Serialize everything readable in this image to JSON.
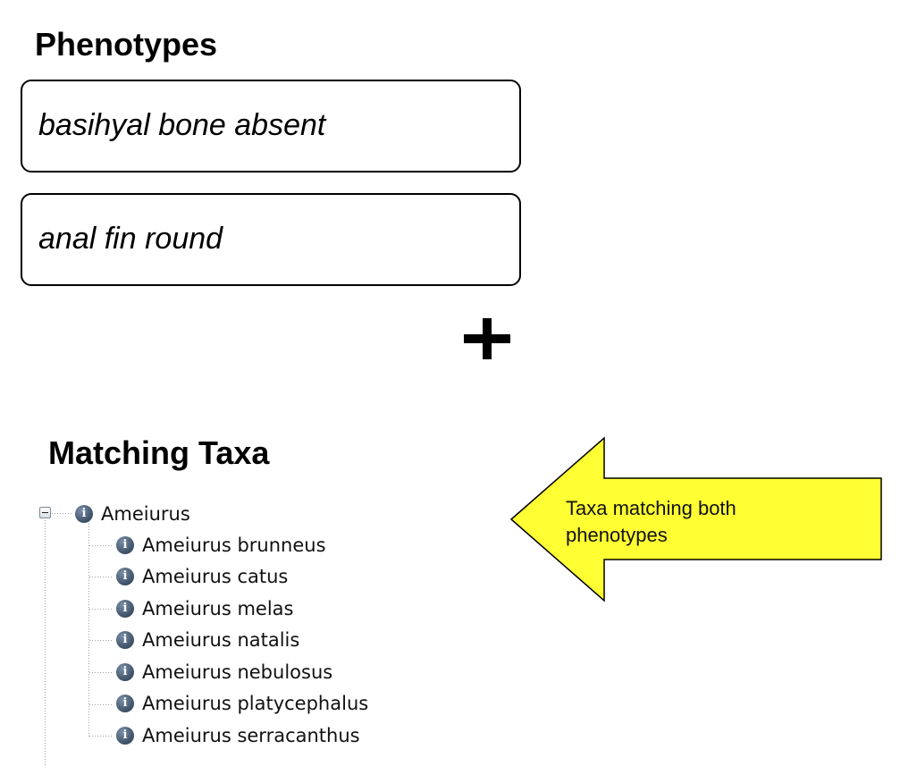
{
  "phenotypes": {
    "heading": "Phenotypes",
    "items": [
      "basihyal bone absent",
      "anal fin round"
    ]
  },
  "matching_taxa": {
    "heading": "Matching Taxa",
    "tree": {
      "root": {
        "label": "Ameiurus",
        "expanded": true
      },
      "children": [
        "Ameiurus brunneus",
        "Ameiurus catus",
        "Ameiurus melas",
        "Ameiurus natalis",
        "Ameiurus nebulosus",
        "Ameiurus platycephalus",
        "Ameiurus serracanthus"
      ]
    }
  },
  "callout": {
    "text": "Taxa matching both phenotypes",
    "color": "#ffff33"
  },
  "icons": {
    "plus": "plus-icon",
    "info": "info-icon",
    "collapse": "collapse-minus-icon"
  }
}
